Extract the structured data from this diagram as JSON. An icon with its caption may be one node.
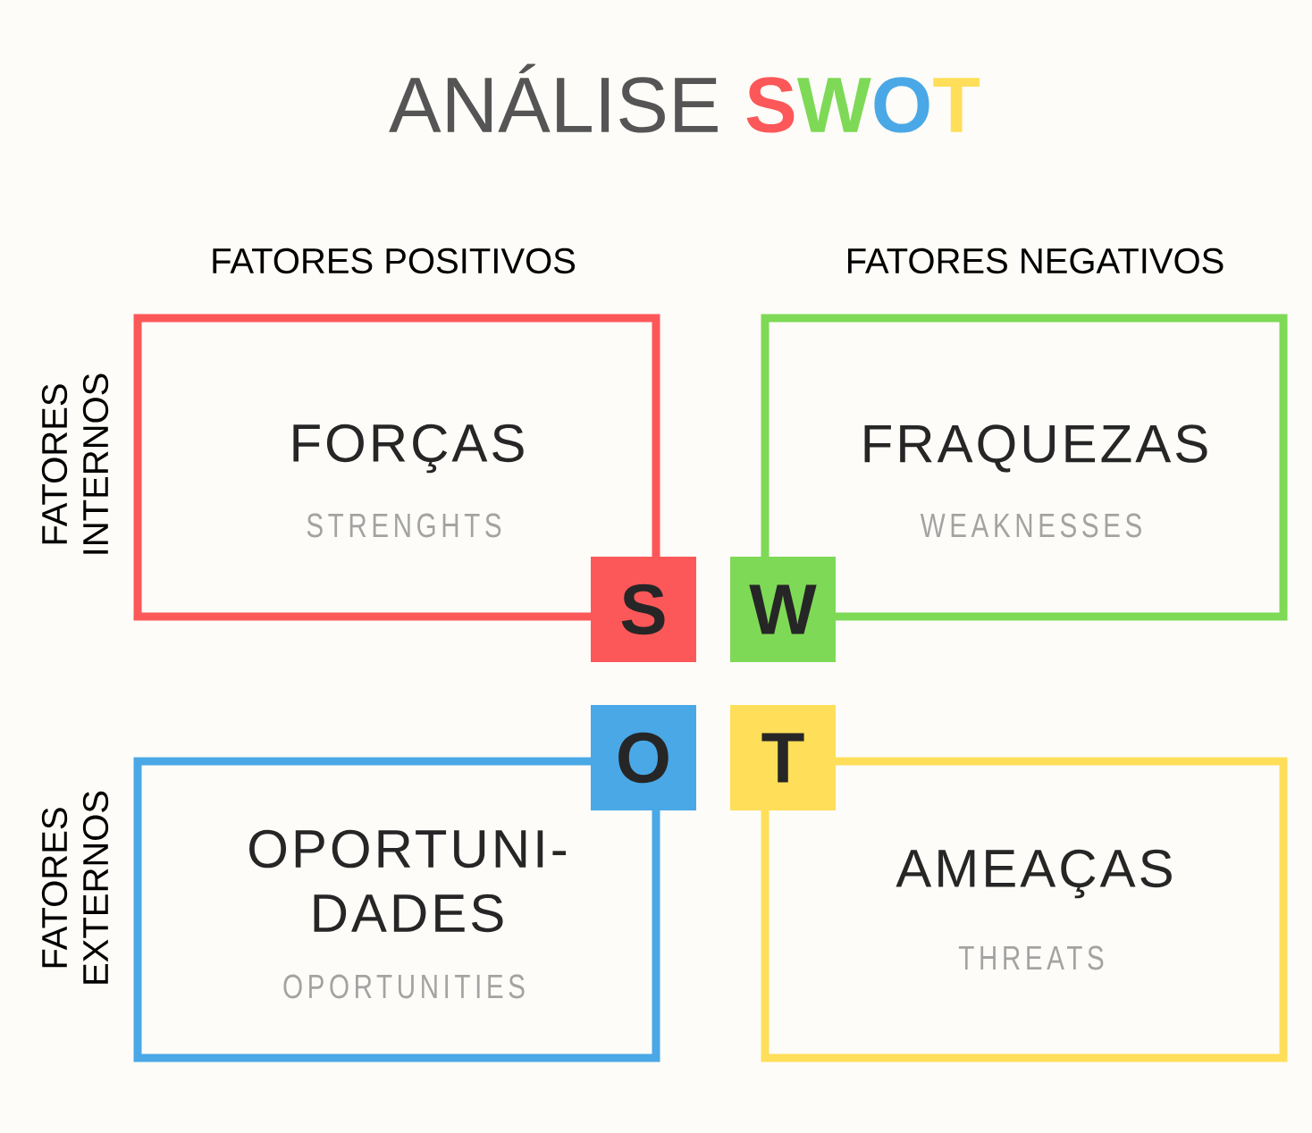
{
  "diagram": {
    "title": "ANÁLISE",
    "nodes": [
      {
        "text": [
          "FORÇAS",
          "STRENGHTS"
        ]
      },
      {
        "text": [
          "FRAQUEZAS",
          "WEAKNESSES"
        ]
      },
      {
        "text": [
          "OPORTUNI- DADES",
          "OPORTUNITIES"
        ]
      },
      {
        "text": [
          "AMEAÇAS",
          "THREATS"
        ]
      },
      {
        "text": [
          "S"
        ]
      },
      {
        "text": [
          "W"
        ]
      },
      {
        "text": [
          "O"
        ]
      },
      {
        "text": [
          "T"
        ]
      }
    ],
    "edges": [],
    "labels": [
      "S",
      "W",
      "O",
      "T",
      "FATORES POSITIVOS",
      "FATORES NEGATIVOS",
      "FATORES INTERNOS",
      "FATORES EXTERNOS"
    ]
  }
}
